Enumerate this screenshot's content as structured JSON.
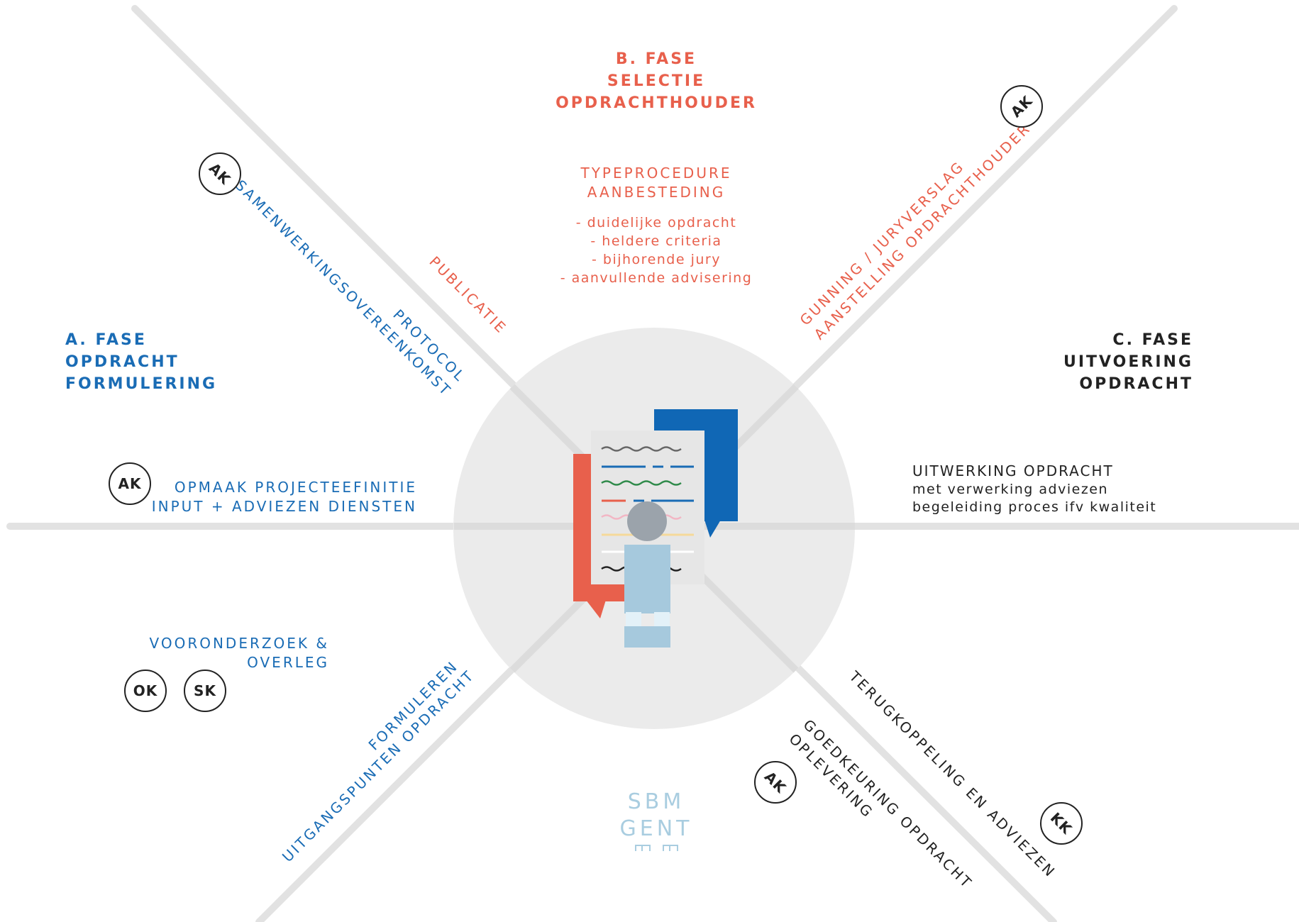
{
  "colors": {
    "blue": "#1a6cb5",
    "red": "#e8604c",
    "dark": "#222222",
    "spoke": "#e2e2e2",
    "circle": "#ebebeb",
    "logo": "#a9cde0"
  },
  "phases": {
    "a": [
      "A. FASE",
      "OPDRACHT",
      "FORMULERING"
    ],
    "b": [
      "B. FASE",
      "SELECTIE",
      "OPDRACHTHOUDER"
    ],
    "c": [
      "C. FASE",
      "UITVOERING",
      "OPDRACHT"
    ]
  },
  "typeprocedure": {
    "title": [
      "TYPEPROCEDURE",
      "AANBESTEDING"
    ],
    "items": [
      "- duidelijke opdracht",
      "- heldere criteria",
      "- bijhorende jury",
      "- aanvullende advisering"
    ]
  },
  "steps": {
    "opmaak": [
      "OPMAAK PROJECTEEFINITIE",
      "INPUT + ADVIEZEN DIENSTEN"
    ],
    "protocol": [
      "SAMENWERKINGSOVEREENKOMST",
      "PROTOCOL"
    ],
    "publicatie": "PUBLICATIE",
    "gunning": [
      "GUNNING / JURYVERSLAG",
      "AANSTELLING OPDRACHTHOUDER"
    ],
    "uitwerking": [
      "UITWERKING OPDRACHT",
      "met verwerking adviezen",
      "begeleiding proces ifv kwaliteit"
    ],
    "vooronderzoek": [
      "VOORONDERZOEK &",
      "OVERLEG"
    ],
    "formuleren": [
      "FORMULEREN",
      "UITGANGSPUNTEN OPDRACHT"
    ],
    "goedkeuring": [
      "GOEDKEURING OPDRACHT",
      "OPLEVERING"
    ],
    "terugkoppeling": "TERUGKOPPELING EN ADVIEZEN"
  },
  "badges": {
    "ak": "AK",
    "ok": "OK",
    "sk": "SK",
    "kk": "KK"
  },
  "logo": [
    "SBM",
    "GENT"
  ]
}
